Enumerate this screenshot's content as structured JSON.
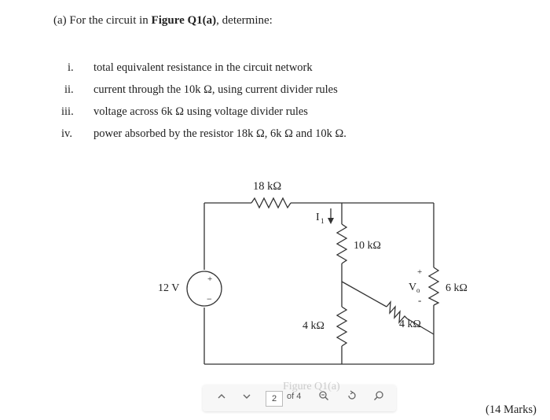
{
  "question": {
    "heading_prefix": "(a) For the circuit in ",
    "heading_bold": "Figure Q1(a)",
    "heading_suffix": ", determine:",
    "items": [
      {
        "num": "i.",
        "text": "total equivalent resistance in the circuit network"
      },
      {
        "num": "ii.",
        "text": "current through the 10k Ω, using current divider rules"
      },
      {
        "num": "iii.",
        "text": "voltage across 6k Ω using voltage divider rules"
      },
      {
        "num": "iv.",
        "text": "power absorbed by the resistor 18k Ω, 6k Ω and 10k Ω."
      }
    ],
    "marks": "(14 Marks)"
  },
  "circuit": {
    "source_label": "12 V",
    "source_plus": "+",
    "source_minus": "−",
    "r18_label": "18 kΩ",
    "r10_label": "10 kΩ",
    "r4_left_label": "4 kΩ",
    "r4_diag_label": "4 kΩ",
    "r6_label": "6 kΩ",
    "current_label": "I",
    "current_sub": "1",
    "vo_label": "V",
    "vo_sub": "o",
    "vo_plus": "+",
    "vo_minus": "-",
    "figure_caption": "Figure Q1(a)"
  },
  "toolbar": {
    "page_current": "2",
    "page_of": "of 4"
  }
}
